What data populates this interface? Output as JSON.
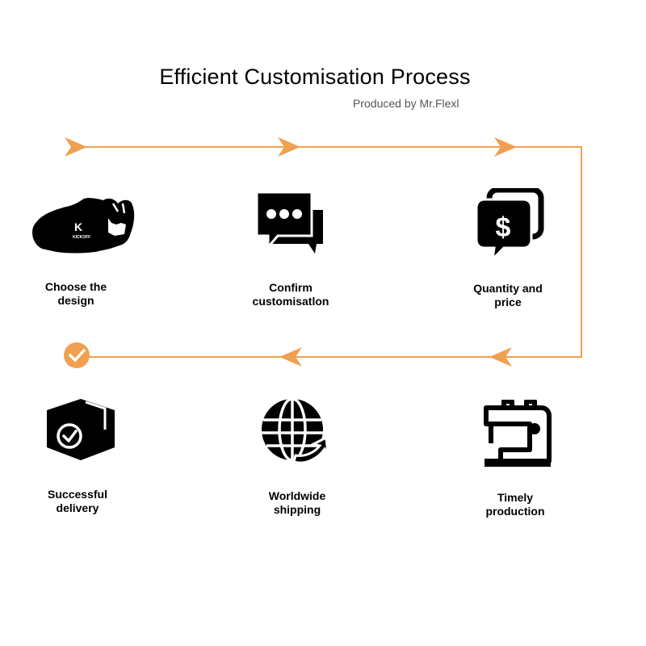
{
  "title": "Efficient Customisation Process",
  "subtitle": "Produced by Mr.Flexl",
  "shoe_brand": "K",
  "shoe_brand_sub": "KICKOFF",
  "accent_color": "#f0a050",
  "steps": [
    {
      "label": "Choose the\ndesign",
      "icon": "shoe-icon"
    },
    {
      "label": "Confirm\ncustomisatlon",
      "icon": "chat-icon"
    },
    {
      "label": "Quantity and\nprice",
      "icon": "price-icon"
    },
    {
      "label": "Timely\nproduction",
      "icon": "sewing-machine-icon"
    },
    {
      "label": "Worldwide\nshipping",
      "icon": "globe-icon"
    },
    {
      "label": "Successful\ndelivery",
      "icon": "package-check-icon"
    }
  ]
}
